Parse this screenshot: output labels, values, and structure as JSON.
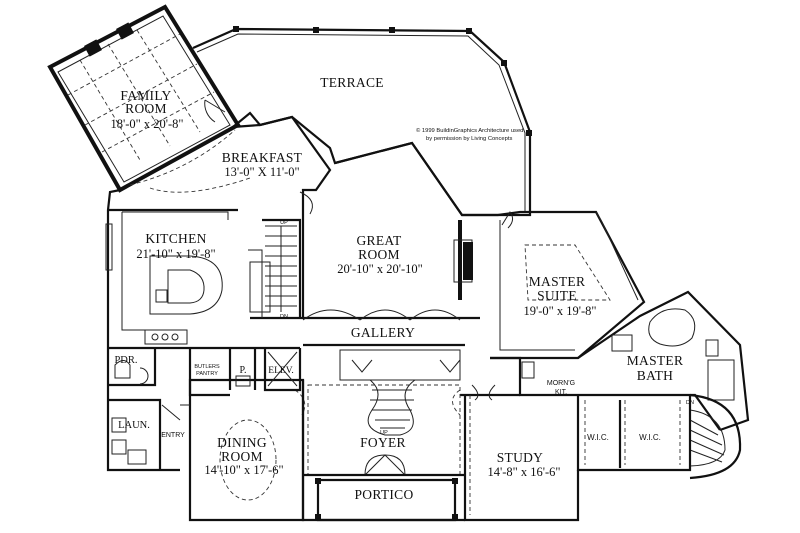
{
  "copyright": {
    "line1": "© 1999 BuildinGraphics Architecture used",
    "line2": "by permission by Living Concepts"
  },
  "rooms": {
    "terrace": {
      "name": "TERRACE"
    },
    "family_room": {
      "name1": "FAMILY",
      "name2": "ROOM",
      "dims": "18'-0\" x 20'-8\""
    },
    "breakfast": {
      "name": "BREAKFAST",
      "dims": "13'-0\" X 11'-0\""
    },
    "kitchen": {
      "name": "KITCHEN",
      "dims": "21'-10\" x 19'-8\""
    },
    "great_room": {
      "name1": "GREAT",
      "name2": "ROOM",
      "dims": "20'-10\" x 20'-10\""
    },
    "master_suite": {
      "name1": "MASTER",
      "name2": "SUITE",
      "dims": "19'-0\" x 19'-8\""
    },
    "master_bath": {
      "name1": "MASTER",
      "name2": "BATH"
    },
    "gallery": {
      "name": "GALLERY"
    },
    "pdr": {
      "name": "PDR."
    },
    "butlers_pantry": {
      "name1": "BUTLERS",
      "name2": "PANTRY"
    },
    "pantry": {
      "name": "P."
    },
    "elevator": {
      "name": "ELEV."
    },
    "morning_kitchen": {
      "name1": "MORN'G",
      "name2": "KIT."
    },
    "laundry": {
      "name": "LAUN."
    },
    "entry": {
      "name": "ENTRY"
    },
    "dining_room": {
      "name1": "DINING",
      "name2": "ROOM",
      "dims": "14'-10\" x 17'-6\""
    },
    "foyer": {
      "name": "FOYER"
    },
    "portico": {
      "name": "PORTICO"
    },
    "study": {
      "name": "STUDY",
      "dims": "14'-8\" x 16'-6\""
    },
    "wic1": {
      "name": "W.I.C."
    },
    "wic2": {
      "name": "W.I.C."
    }
  },
  "stair_marks": {
    "up_rear": "UP",
    "dn_rear": "DN",
    "up_foyer": "UP",
    "dn_bath": "DN"
  }
}
